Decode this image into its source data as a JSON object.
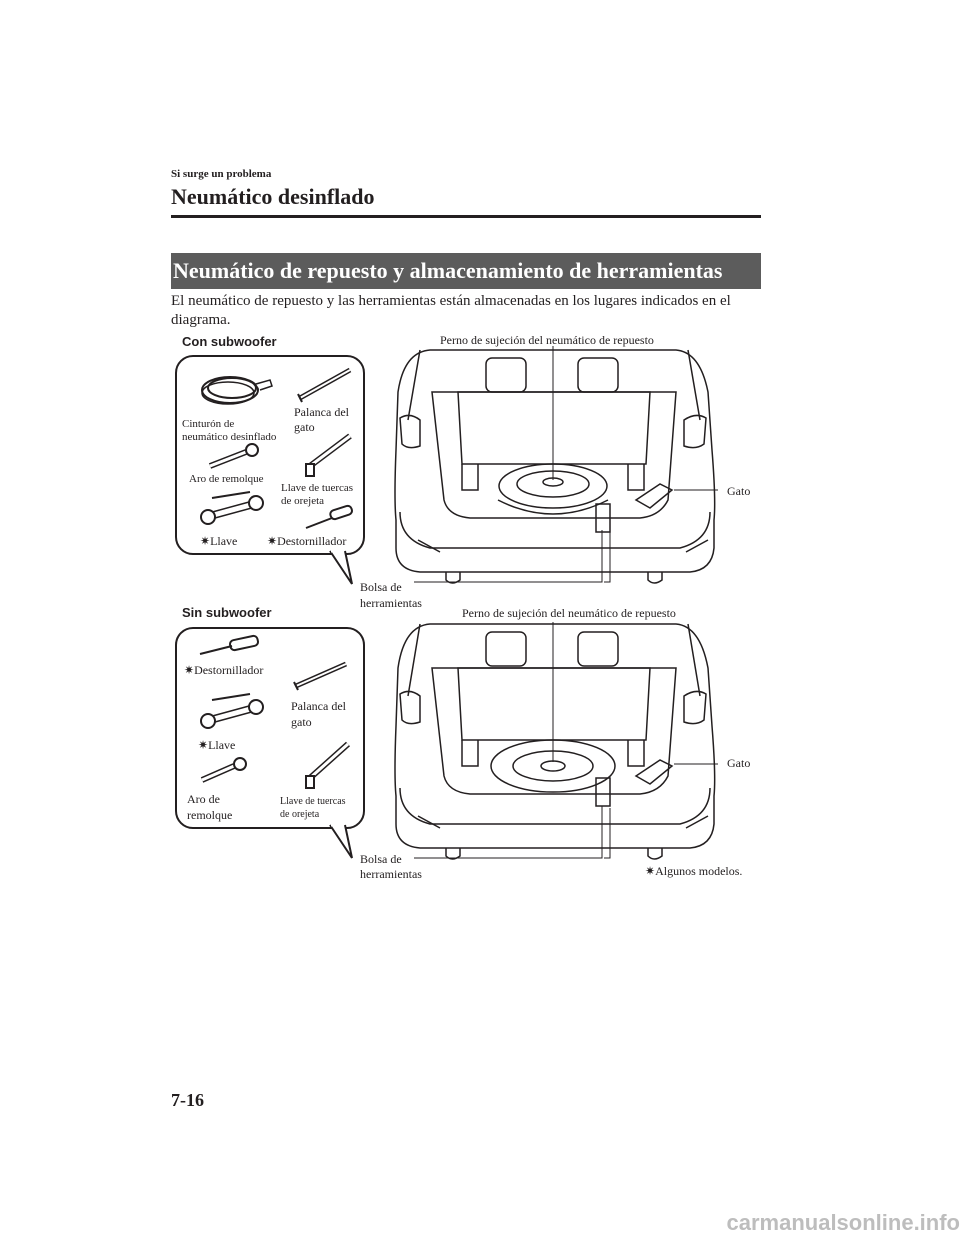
{
  "header": {
    "chapter": "Si surge un problema",
    "title": "Neumático desinflado"
  },
  "section": {
    "title": "Neumático de repuesto y almacenamiento de herramientas",
    "intro": "El neumático de repuesto y las herramientas están almacenadas en los lugares indicados en el diagrama."
  },
  "diagram1": {
    "heading": "Con subwoofer",
    "tools": {
      "belt_line1": "Cinturón de",
      "belt_line2": "neumático desinflado",
      "jack_lever_line1": "Palanca del",
      "jack_lever_line2": "gato",
      "tow_eye": "Aro de remolque",
      "lug_wrench_line1": "Llave de tuercas",
      "lug_wrench_line2": "de orejeta",
      "wrench": "Llave",
      "screwdriver": "Destornillador"
    },
    "callouts": {
      "spare_bolt": "Perno de sujeción del neumático de repuesto",
      "jack": "Gato",
      "bag_line1": "Bolsa de",
      "bag_line2": "herramientas"
    }
  },
  "diagram2": {
    "heading": "Sin subwoofer",
    "tools": {
      "screwdriver": "Destornillador",
      "jack_lever_line1": "Palanca del",
      "jack_lever_line2": "gato",
      "wrench": "Llave",
      "tow_eye_line1": "Aro de",
      "tow_eye_line2": "remolque",
      "lug_wrench_line1": "Llave de tuercas",
      "lug_wrench_line2": "de orejeta"
    },
    "callouts": {
      "spare_bolt": "Perno de sujeción del neumático de repuesto",
      "jack": "Gato",
      "bag_line1": "Bolsa de",
      "bag_line2": "herramientas"
    }
  },
  "footnote": "Algunos modelos.",
  "footnote_mark": "✷",
  "page_number": "7-16",
  "watermark": "carmanualsonline.info"
}
